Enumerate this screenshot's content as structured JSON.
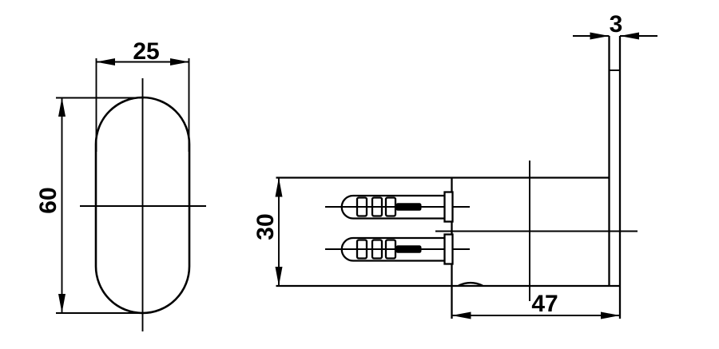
{
  "drawing": {
    "background_color": "#ffffff",
    "line_color": "#000000",
    "front_view": {
      "shape": "oval-backplate",
      "width_dim": "25",
      "height_dim": "60"
    },
    "side_view": {
      "plate_thickness_dim": "3",
      "body_height_dim": "30",
      "projection_depth_dim": "47",
      "anchor_count": 2
    }
  }
}
